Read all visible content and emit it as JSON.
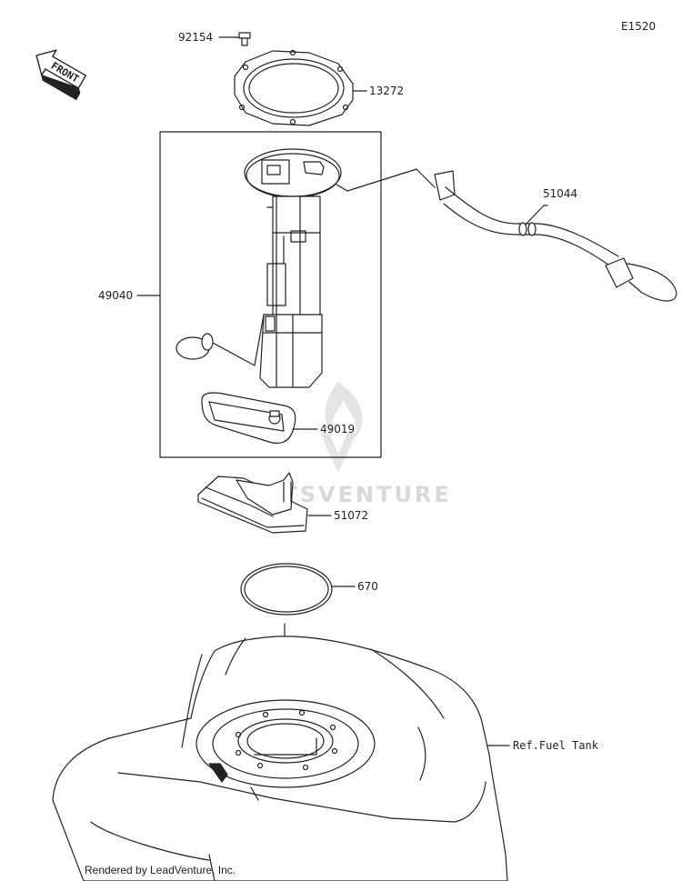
{
  "diagram_code": "E1520",
  "front_arrow": {
    "label": "FRONT"
  },
  "watermark": "PARTSVENTURE",
  "parts": [
    {
      "number": "92154",
      "name": "bolt"
    },
    {
      "number": "13272",
      "name": "plate"
    },
    {
      "number": "49040",
      "name": "fuel-pump-assy"
    },
    {
      "number": "51044",
      "name": "hose"
    },
    {
      "number": "49019",
      "name": "filter"
    },
    {
      "number": "51072",
      "name": "cover"
    },
    {
      "number": "670",
      "name": "o-ring"
    }
  ],
  "reference": {
    "text": "Ref.Fuel Tank"
  },
  "credit": "Rendered by LeadVenture, Inc."
}
